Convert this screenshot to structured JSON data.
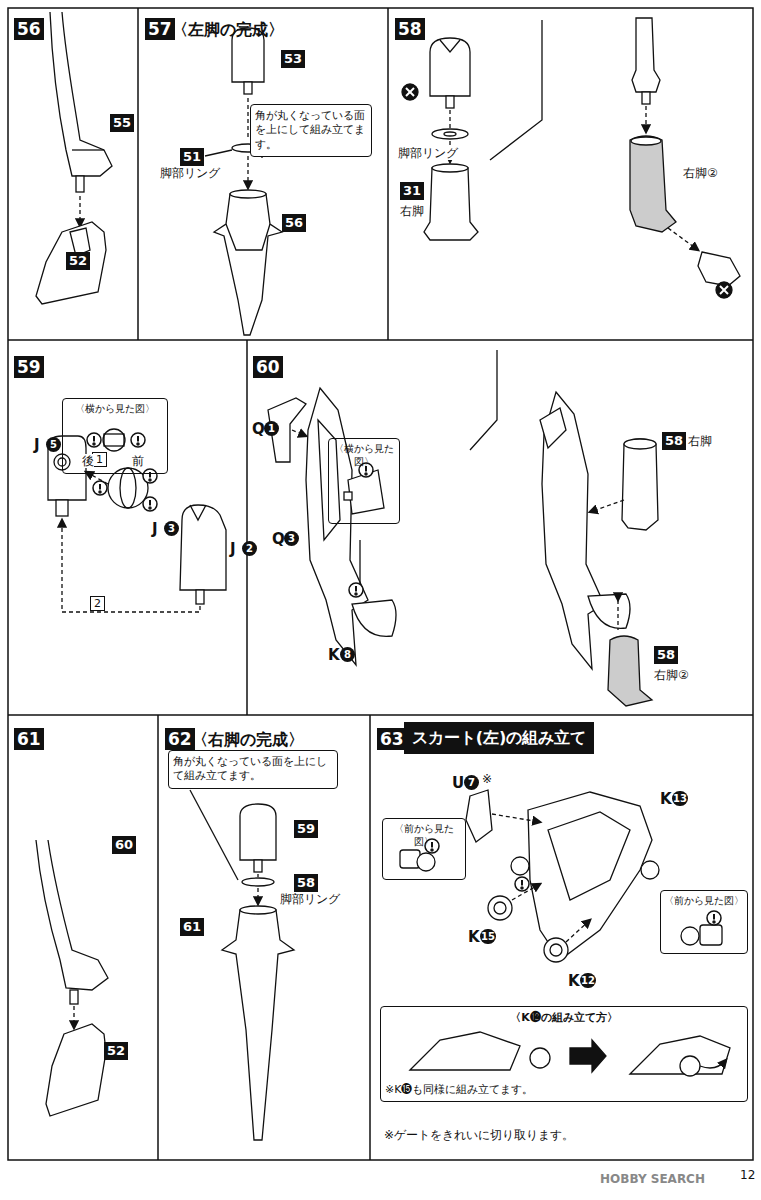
{
  "diagram": {
    "nodes": [
      {
        "text": [
          "角が丸くなっている面を上にして組み立てます。"
        ]
      },
      {
        "text": [
          "〈横から見た図〉"
        ]
      },
      {
        "text": [
          "〈横から見た図〉"
        ]
      },
      {
        "text": [
          "角が丸くなっている面を上にして組み立てます。"
        ]
      },
      {
        "text": [
          "スカート(左)の組み立て"
        ]
      },
      {
        "text": [
          "〈前から見た図〉"
        ]
      },
      {
        "text": [
          "〈前から見た図〉"
        ]
      },
      {
        "text": [
          "〈K⓬の組み立て方〉",
          "※K⓯も同様に組み立てます。"
        ]
      }
    ],
    "labels": [
      "56",
      "55",
      "52",
      "57",
      "〈左脚の完成〉",
      "53",
      "51",
      "脚部リング",
      "56",
      "58",
      "脚部リング",
      "31",
      "右脚",
      "右脚②",
      "59",
      "J",
      "5",
      "1",
      "J",
      "3",
      "2",
      "J",
      "2",
      "後",
      "前",
      "60",
      "Q",
      "1",
      "Q",
      "3",
      "K",
      "8",
      "58",
      "右脚",
      "58",
      "右脚②",
      "61",
      "60",
      "52",
      "62",
      "〈右脚の完成〉",
      "59",
      "58",
      "脚部リング",
      "61",
      "63",
      "U",
      "7",
      "※",
      "K",
      "13",
      "K",
      "15",
      "K",
      "12",
      "※ゲートをきれいに切り取ります。",
      "12",
      "HOBBY SEARCH"
    ]
  }
}
